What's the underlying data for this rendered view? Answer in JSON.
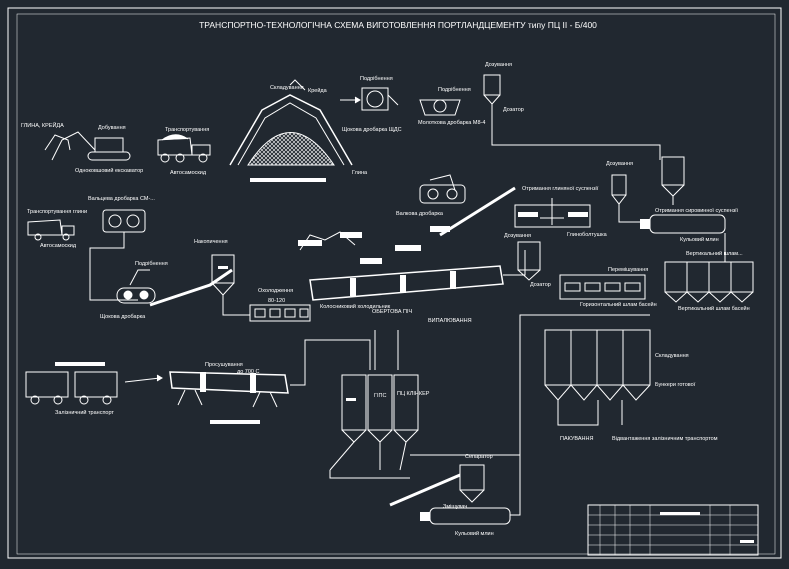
{
  "title": "ТРАНСПОРТНО-ТЕХНОЛОГІЧНА СХЕМА ВИГОТОВЛЕННЯ ПОРТЛАНДЦЕМЕНТУ типу ПЦ II - Б/400",
  "labels": {
    "clay_chalk": "ГЛИНА, КРЕЙДА",
    "mining": "Добування",
    "excavator": "Одноковшовий екскаватор",
    "transporting": "Транспортування",
    "dump_truck": "Автосамоскид",
    "storage": "Складування",
    "chalk": "Крейда",
    "crushing1": "Подрібнення",
    "jaw_crusher": "Щокова дробарка ЩДС",
    "crushing2": "Подрібнення",
    "hammer_crusher": "Молоткова дробарка М8-4",
    "dosing1": "Дозування",
    "dispenser1": "Дозатор",
    "clay": "Глина",
    "roll_crusher": "Валкова дробарка",
    "clay_transport": "Транспортування глини",
    "roll_crusher_cm": "Вальцева дробарка СМ-...",
    "dump_truck2": "Автосамоскид",
    "slurry_opt": "Отримання глиняної суспензії",
    "dosing2": "Дозування",
    "slurry_opt2": "Отримання сировинної суспензії",
    "dosing3": "Дозування",
    "clay_mixer": "Глиноболтушка",
    "ball_mill1": "Кульовий млин",
    "stirring": "Перемішування",
    "dispenser2": "Дозатор",
    "crushing3": "Подрібнення",
    "jaw_crusher2": "Щокова дробарка",
    "accumulation": "Накопичення",
    "cooling": "Охолодження",
    "cooling_temp": "80-120",
    "grate_cooler": "Колосниковий холодильник",
    "rotary_kiln": "ОБЕРТОВА ПІЧ",
    "firing": "ВИПАЛЮВАННЯ",
    "horiz_slurry_basin": "Горизонтальний шлам басейн",
    "vert_slurry_basins": "Вертикальний шлам басейн",
    "vert_note": "Вертикальний шлам...",
    "storage2": "Складування",
    "finished_bunkers": "Бункери готової",
    "packing": "ПАКУВАННЯ",
    "shipping": "Відвантаження залізничним транспортом",
    "drying": "Просушування",
    "drying_temp": "до 700 С",
    "rail_transport": "Залізничний транспорт",
    "gips": "ГІПС",
    "pc_clinker": "ПЦ КЛІНКЕР",
    "separator": "Сепаратор",
    "cement_mill": "Кульовий млин",
    "cement_pump": "Змішувач"
  }
}
